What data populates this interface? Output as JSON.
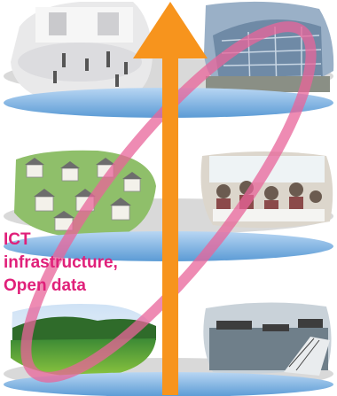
{
  "label_lines": [
    "ICT",
    "infrastructure,",
    "Open data"
  ],
  "colors": {
    "label": "#e0207a",
    "arrow": "#f7941d",
    "loop": "#e8649a",
    "disc_top": "#5b9bd5",
    "disc_side": "#d9d9d9"
  },
  "photos": [
    {
      "icon": "exhibition-hall-photo"
    },
    {
      "icon": "building-photo"
    },
    {
      "icon": "housing-development-photo"
    },
    {
      "icon": "community-dining-photo"
    },
    {
      "icon": "rice-field-photo"
    },
    {
      "icon": "harbor-photo"
    }
  ]
}
